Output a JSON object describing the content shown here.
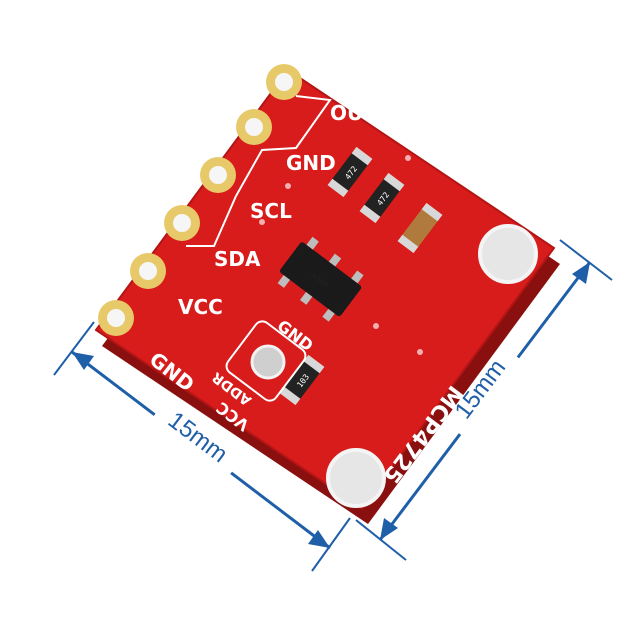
{
  "board": {
    "model": "MCP4725",
    "pins": [
      "OUT",
      "GND",
      "SCL",
      "SDA",
      "VCC",
      "GND"
    ],
    "jumper_labels": [
      "GND",
      "ADDR",
      "VCC"
    ],
    "resistor_codes": [
      "472",
      "472",
      "103"
    ],
    "chip_marking": "AJAR"
  },
  "dimensions": {
    "width_label": "15mm",
    "height_label": "15mm"
  },
  "colors": {
    "pcb": "#d81b1b",
    "silkscreen": "#ffffff",
    "dimension_lines": "#1f5fa8"
  }
}
